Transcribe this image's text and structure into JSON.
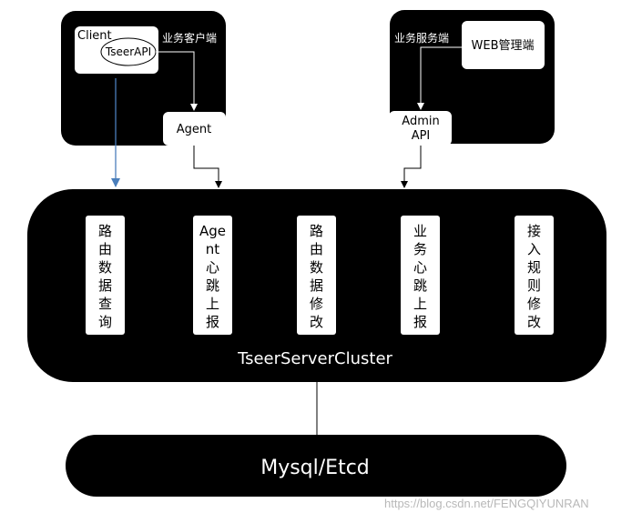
{
  "client_group": {
    "client_label": "Client",
    "api_label": "TseerAPI",
    "title": "业务客户端",
    "agent_label": "Agent"
  },
  "service_group": {
    "title": "业务服务端",
    "web_label": "WEB管理端",
    "admin_line1": "Admin",
    "admin_line2": "API"
  },
  "cluster": {
    "name": "TseerServerCluster",
    "modules": [
      {
        "chars": [
          "路",
          "由",
          "数",
          "据",
          "查",
          "询"
        ]
      },
      {
        "chars": [
          "Age",
          "nt",
          "心",
          "跳",
          "上",
          "报"
        ]
      },
      {
        "chars": [
          "路",
          "由",
          "数",
          "据",
          "修",
          "改"
        ]
      },
      {
        "chars": [
          "业",
          "务",
          "心",
          "跳",
          "上",
          "报"
        ]
      },
      {
        "chars": [
          "接",
          "入",
          "规",
          "则",
          "修",
          "改"
        ]
      }
    ]
  },
  "storage": {
    "name": "Mysql/Etcd"
  },
  "watermark": "https://blog.csdn.net/FENGQIYUNRAN",
  "colors": {
    "block_fill": "#000000",
    "box_fill": "#ffffff",
    "blue_arrow": "#4a7ebb"
  }
}
